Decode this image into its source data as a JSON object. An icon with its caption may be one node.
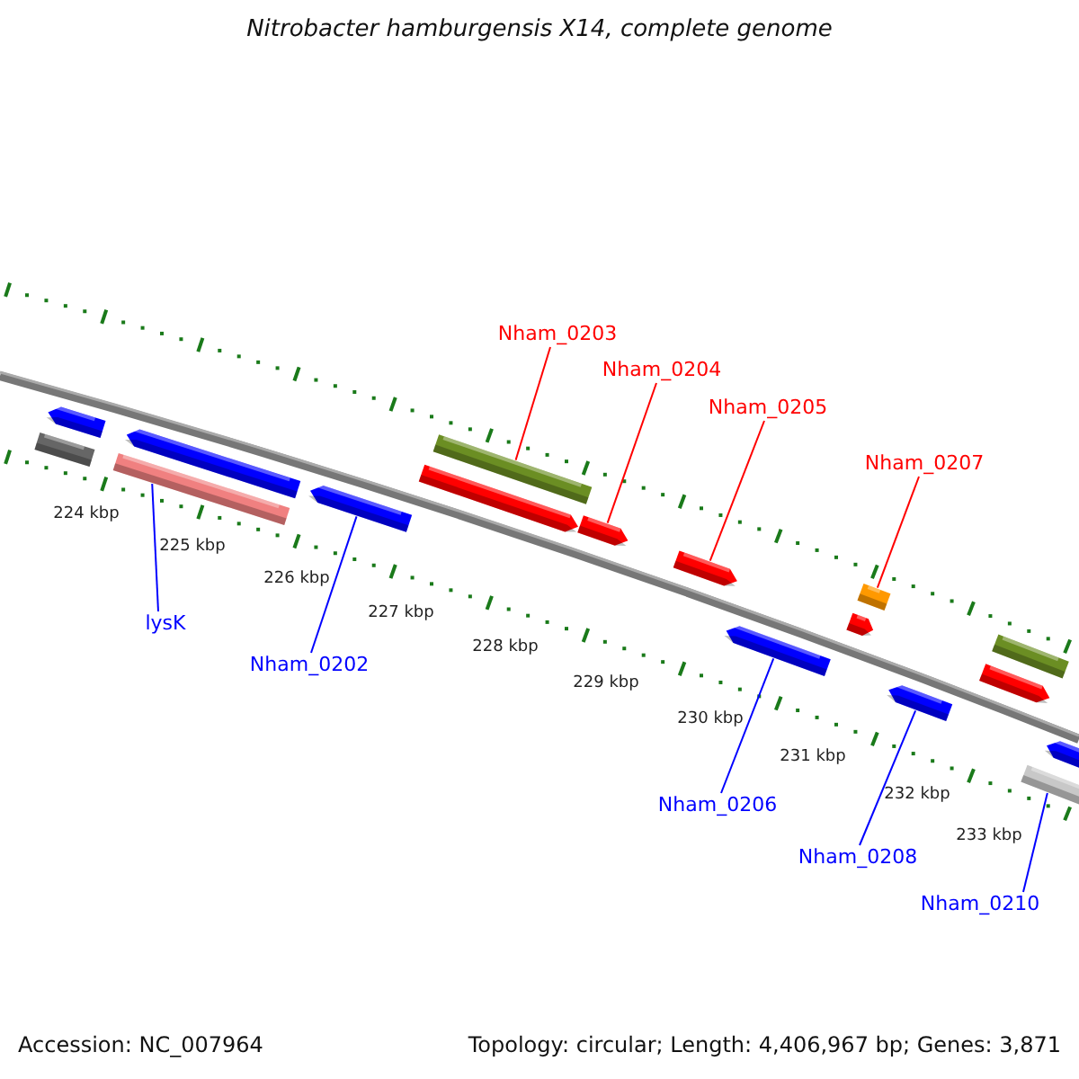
{
  "diagram": {
    "title": "Nitrobacter hamburgensis X14, complete genome",
    "nodes": [
      {
        "text": [
          "Nham_0203"
        ]
      },
      {
        "text": [
          "Nham_0204"
        ]
      },
      {
        "text": [
          "Nham_0205"
        ]
      },
      {
        "text": [
          "Nham_0207"
        ]
      },
      {
        "text": [
          "lysK"
        ]
      },
      {
        "text": [
          "Nham_0202"
        ]
      },
      {
        "text": [
          "Nham_0206"
        ]
      },
      {
        "text": [
          "Nham_0208"
        ]
      },
      {
        "text": [
          "Nham_0210"
        ]
      },
      {
        "text": [],
        "shape": "bar"
      },
      {
        "text": [],
        "shape": "bar"
      },
      {
        "text": [],
        "shape": "bar"
      },
      {
        "text": [],
        "shape": "bar"
      },
      {
        "text": [],
        "shape": "bar"
      },
      {
        "text": [],
        "shape": "bar"
      },
      {
        "text": [],
        "shape": "bar"
      },
      {
        "text": [],
        "shape": "bar"
      },
      {
        "text": [],
        "shape": "bar"
      },
      {
        "text": [],
        "shape": "bar"
      },
      {
        "text": [],
        "shape": "bar"
      },
      {
        "text": [],
        "shape": "bar"
      },
      {
        "text": [],
        "shape": "bar"
      },
      {
        "text": [],
        "shape": "bar"
      },
      {
        "text": [],
        "shape": "bar"
      },
      {
        "text": [],
        "shape": "bar"
      },
      {
        "text": [],
        "shape": "bar"
      }
    ],
    "edges": [
      {
        "from": 0,
        "to": 14,
        "arrow": "none",
        "color": "#ff0000"
      },
      {
        "from": 1,
        "to": 16,
        "arrow": "none",
        "color": "#ff0000"
      },
      {
        "from": 2,
        "to": 17,
        "arrow": "none",
        "color": "#ff0000"
      },
      {
        "from": 3,
        "to": 19,
        "arrow": "none",
        "color": "#ff0000"
      },
      {
        "from": 4,
        "to": 12,
        "arrow": "none"
      },
      {
        "from": 5,
        "to": 13,
        "arrow": "none"
      },
      {
        "from": 6,
        "to": 18,
        "arrow": "none"
      },
      {
        "from": 7,
        "to": 21,
        "arrow": "none"
      },
      {
        "from": 8,
        "to": 25,
        "arrow": "none"
      }
    ],
    "labels": [
      "224 kbp",
      "225 kbp",
      "226 kbp",
      "227 kbp",
      "228 kbp",
      "229 kbp",
      "230 kbp",
      "231 kbp",
      "232 kbp",
      "233 kbp",
      "Accession: NC_007964",
      "Topology: circular; Length: 4,406,967 bp; Genes: 3,871"
    ]
  }
}
